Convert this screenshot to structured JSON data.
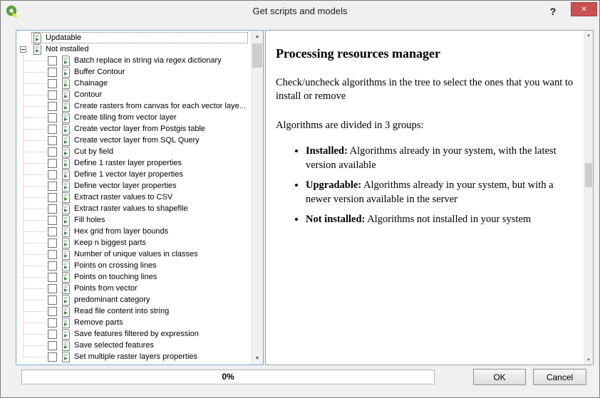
{
  "window": {
    "title": "Get scripts and models",
    "help_glyph": "?",
    "close_glyph": "✕"
  },
  "colors": {
    "close_button": "#c85252",
    "tree_focus_border": "#74abdd",
    "icon_green": "#3f8f3f"
  },
  "tree": {
    "groups": [
      {
        "label": "Updatable",
        "expander": "",
        "focused": true,
        "children": []
      },
      {
        "label": "Not installed",
        "expander": "minus",
        "focused": false,
        "children": [
          "Batch replace in string via regex dictionary",
          "Buffer Contour",
          "Chainage",
          "Contour",
          "Create rasters from canvas for each vector laye...",
          "Create tiling from vector layer",
          "Create vector layer from Postgis table",
          "Create vector layer from SQL Query",
          "Cut by field",
          "Define 1 raster layer properties",
          "Define 1 vector layer properties",
          "Define vector layer properties",
          "Extract raster values to CSV",
          "Extract raster values to shapefile",
          "Fill holes",
          "Hex grid from layer bounds",
          "Keep n biggest parts",
          "Number of unique values in classes",
          "Points on crossing lines",
          "Points on touching lines",
          "Points from vector",
          "predominant category",
          "Read file content into string",
          "Remove parts",
          "Save features filtered by expression",
          "Save selected features",
          "Set multiple raster layers properties"
        ]
      }
    ]
  },
  "help": {
    "title": "Processing resources manager",
    "para1": "Check/uncheck algorithms in the tree to select the ones that you want to install or remove",
    "para2": "Algorithms are divided in 3 groups:",
    "bullets": [
      {
        "term": "Installed:",
        "desc": "Algorithms already in your system, with the latest version available"
      },
      {
        "term": "Upgradable:",
        "desc": "Algorithms already in your system, but with a newer version available in the server"
      },
      {
        "term": "Not installed:",
        "desc": "Algorithms not installed in your system"
      }
    ]
  },
  "footer": {
    "progress": "0%",
    "ok": "OK",
    "cancel": "Cancel"
  }
}
